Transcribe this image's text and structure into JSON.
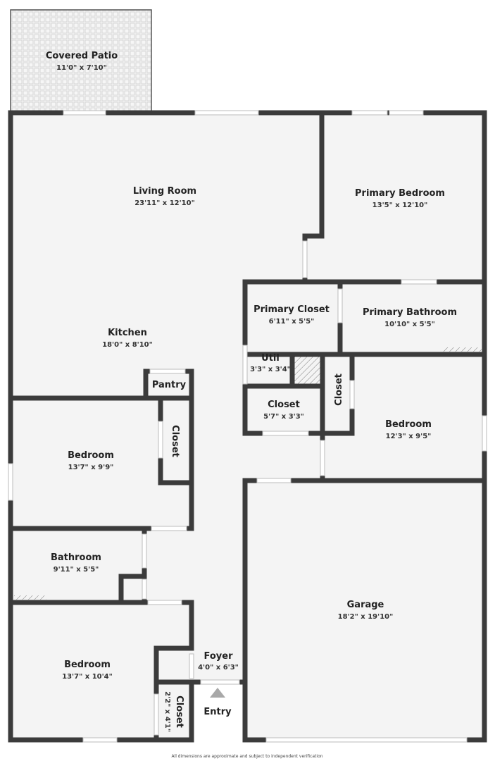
{
  "rooms": {
    "covered_patio": {
      "name": "Covered Patio",
      "dims": "11'0\" x 7'10\""
    },
    "living_room": {
      "name": "Living Room",
      "dims": "23'11\" x 12'10\""
    },
    "primary_bedroom": {
      "name": "Primary Bedroom",
      "dims": "13'5\" x 12'10\""
    },
    "primary_closet": {
      "name": "Primary Closet",
      "dims": "6'11\" x 5'5\""
    },
    "primary_bathroom": {
      "name": "Primary Bathroom",
      "dims": "10'10\" x 5'5\""
    },
    "kitchen": {
      "name": "Kitchen",
      "dims": "18'0\" x 8'10\""
    },
    "util": {
      "name": "Util",
      "dims": "3'3\" x 3'4\""
    },
    "pantry": {
      "name": "Pantry"
    },
    "closet_vertical_right": {
      "name": "Closet"
    },
    "closet_mid": {
      "name": "Closet",
      "dims": "5'7\" x 3'3\""
    },
    "bedroom_right": {
      "name": "Bedroom",
      "dims": "12'3\" x 9'5\""
    },
    "bedroom_left_upper": {
      "name": "Bedroom",
      "dims": "13'7\" x 9'9\""
    },
    "closet_left": {
      "name": "Closet"
    },
    "bathroom": {
      "name": "Bathroom",
      "dims": "9'11\" x 5'5\""
    },
    "garage": {
      "name": "Garage",
      "dims": "18'2\" x 19'10\""
    },
    "foyer": {
      "name": "Foyer",
      "dims": "4'0\" x 6'3\""
    },
    "bedroom_left_lower": {
      "name": "Bedroom",
      "dims": "13'7\" x 10'4\""
    },
    "closet_small": {
      "name": "Closet",
      "dims": "2'2\" x 4'1\""
    },
    "entry": {
      "name": "Entry"
    }
  },
  "footer": "All dimensions are approximate and subject to independent verification",
  "colors": {
    "wall": "#3b3b3b",
    "floor": "#f4f4f4",
    "entry_arrow": "#a8a8a8"
  }
}
